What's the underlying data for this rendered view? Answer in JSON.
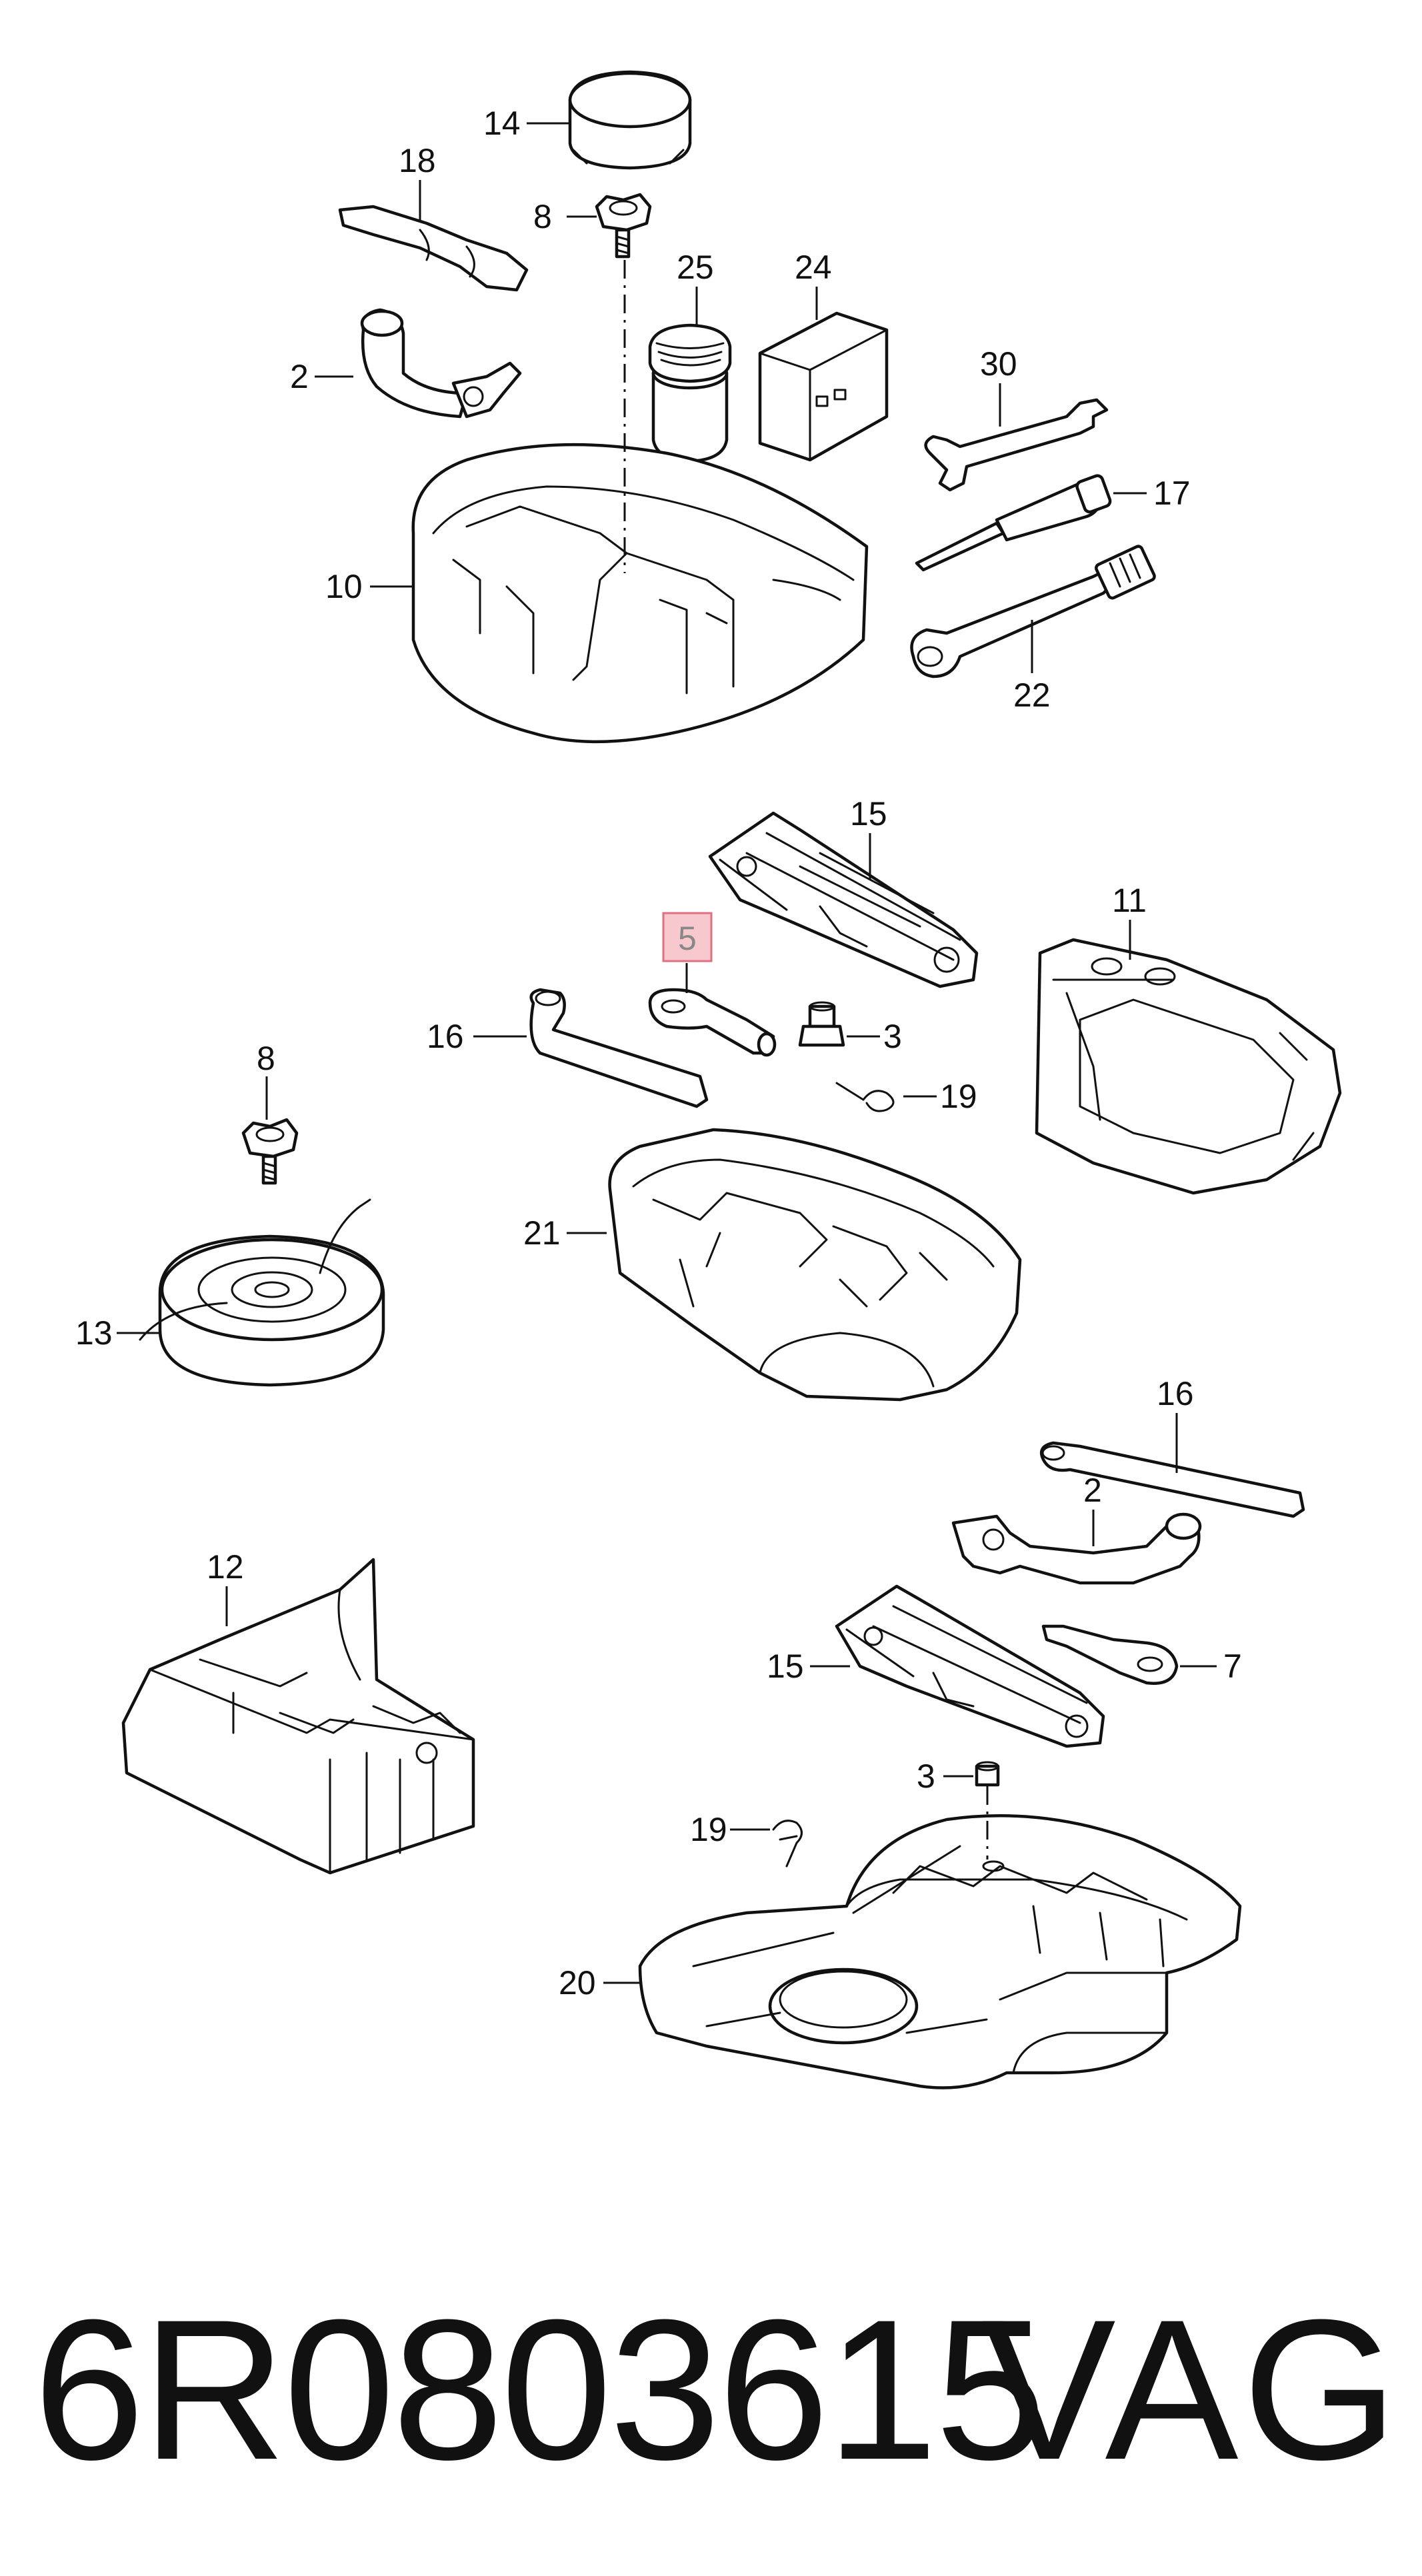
{
  "diagram": {
    "callouts": {
      "c14": "14",
      "c18": "18",
      "c8a": "8",
      "c25": "25",
      "c24": "24",
      "c2a": "2",
      "c30": "30",
      "c17": "17",
      "c10": "10",
      "c22": "22",
      "c15a": "15",
      "c11": "11",
      "c5": "5",
      "c16a": "16",
      "c3a": "3",
      "c19a": "19",
      "c8b": "8",
      "c21": "21",
      "c13": "13",
      "c16b": "16",
      "c2b": "2",
      "c12": "12",
      "c15b": "15",
      "c7": "7",
      "c3b": "3",
      "c19b": "19",
      "c20": "20"
    },
    "highlight_color": "#f7c9cf",
    "highlight_border": "#e07080"
  },
  "footer": {
    "part_number": "6R0803615",
    "brand": "VAG"
  }
}
